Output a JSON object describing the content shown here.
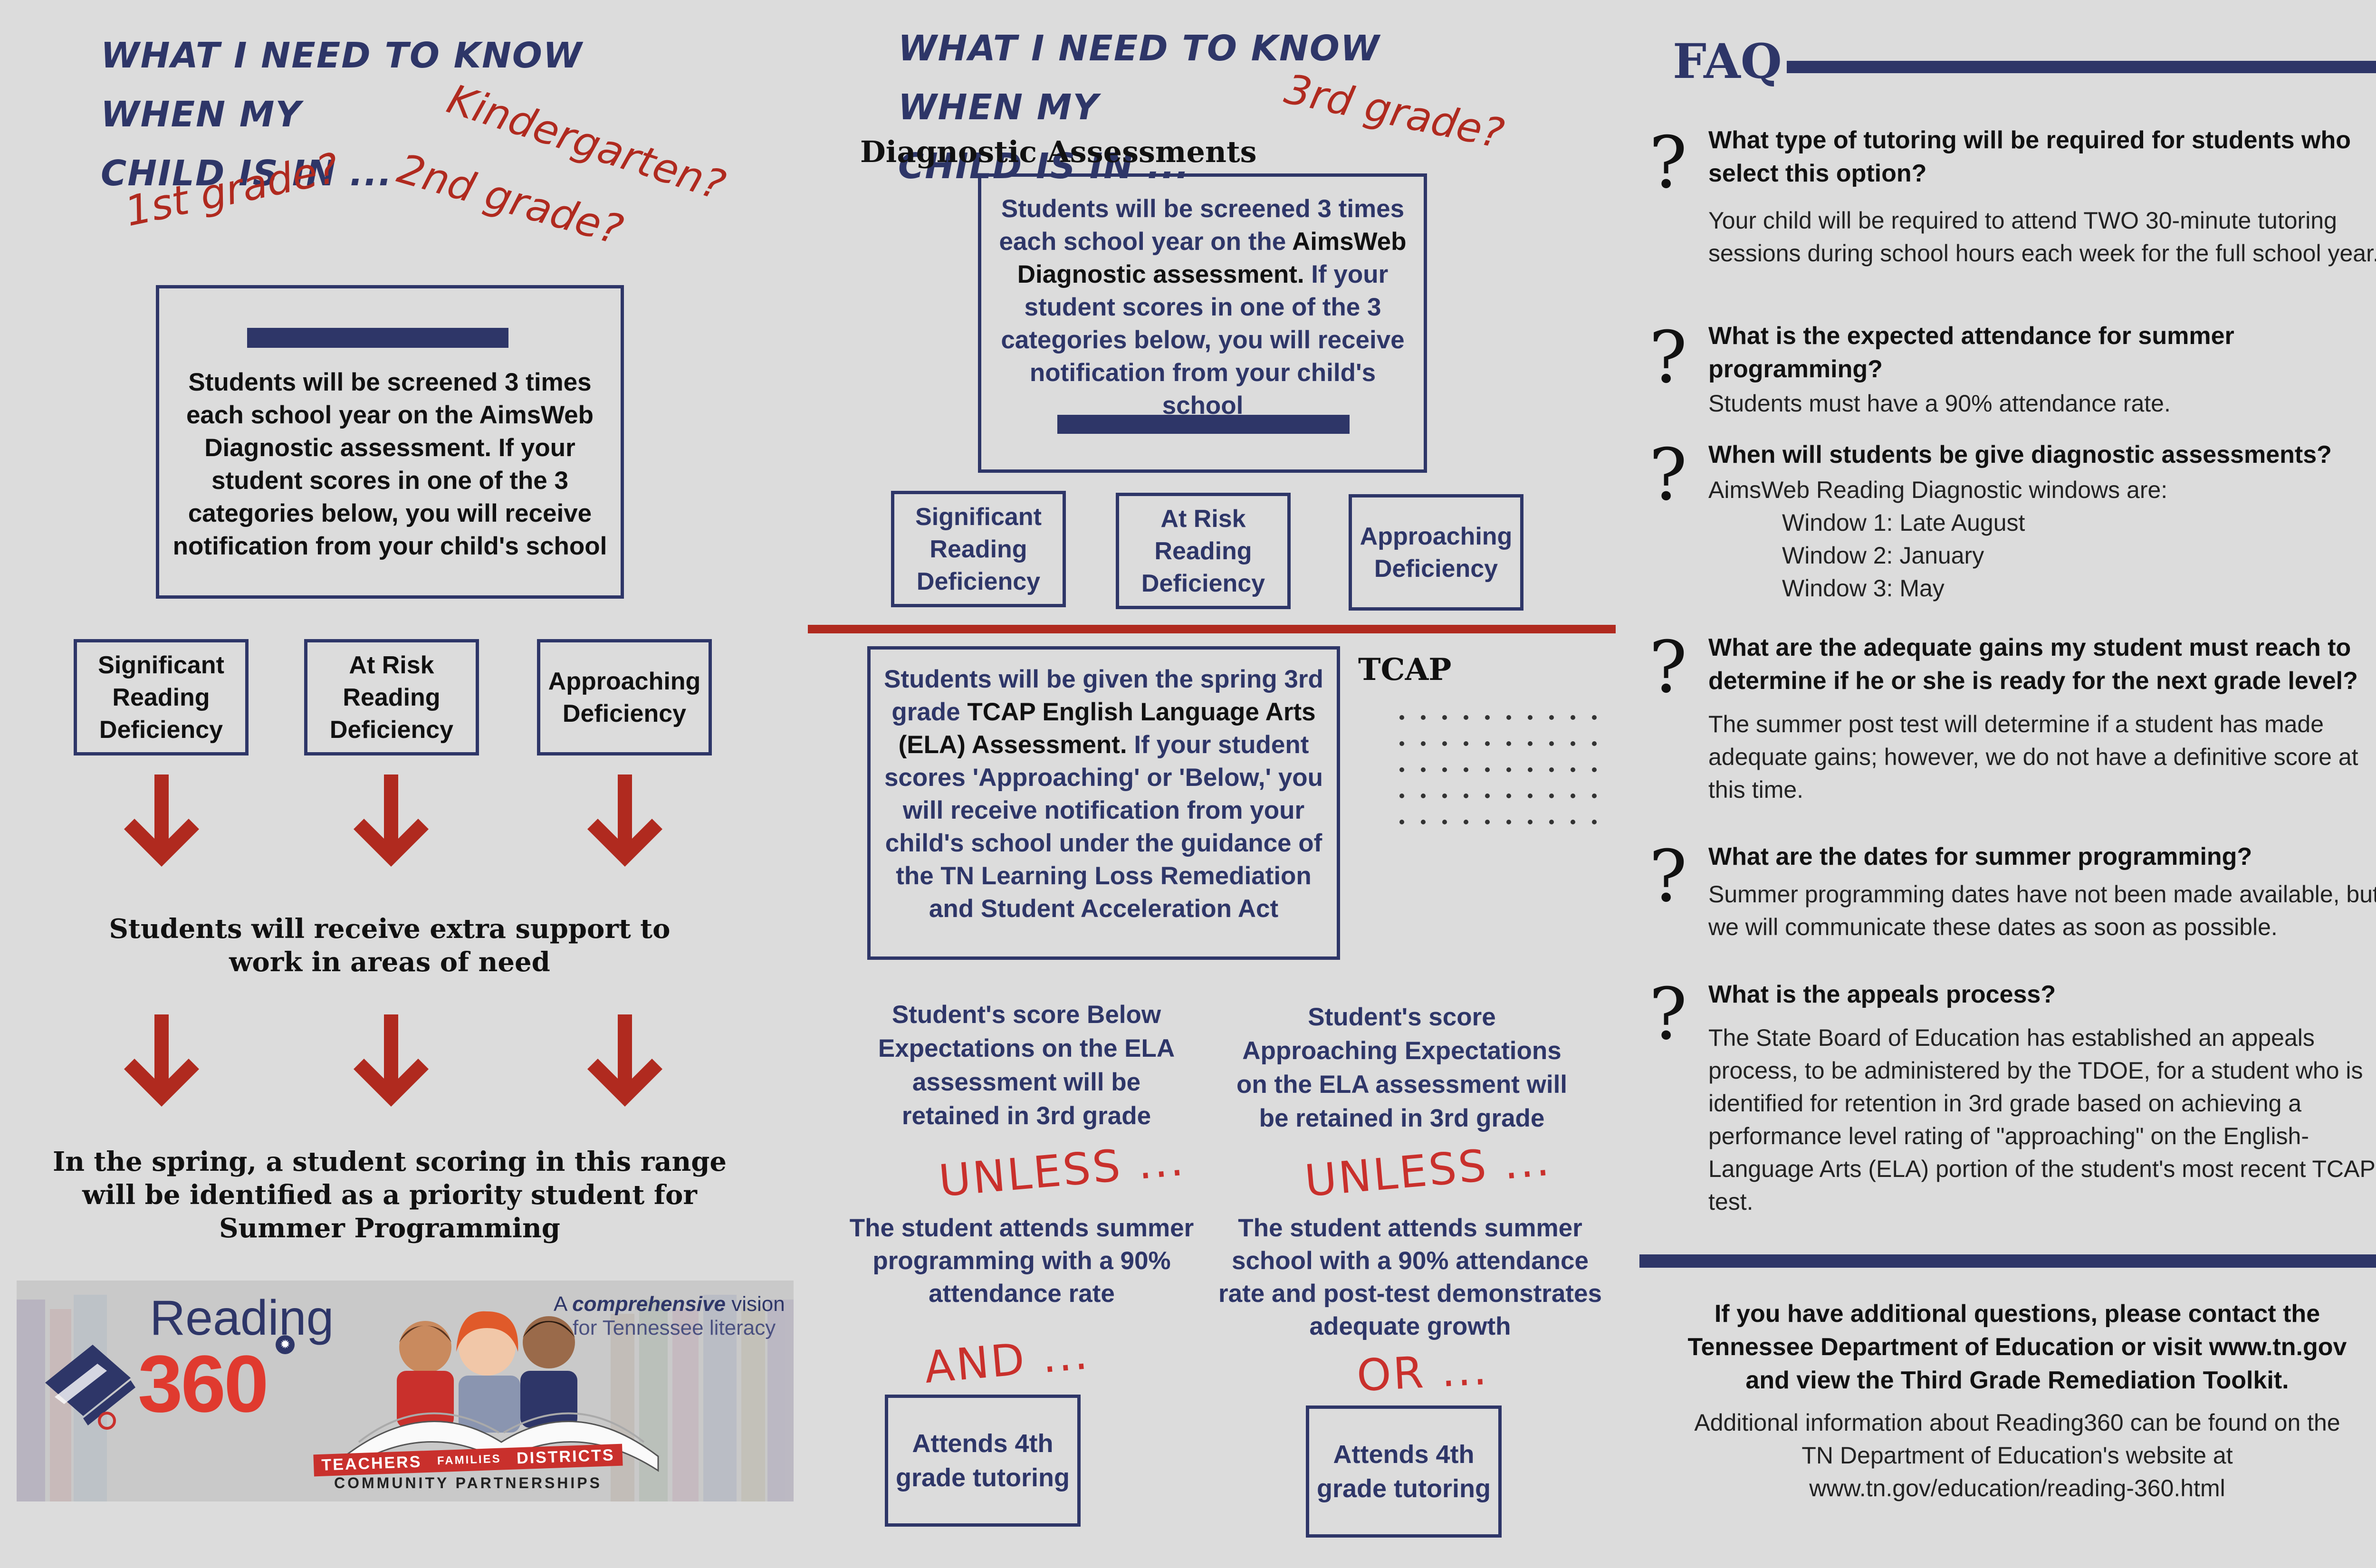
{
  "col1": {
    "heading_line1": "WHAT I NEED TO KNOW WHEN MY",
    "heading_line2": "CHILD IS IN ...",
    "grade_k": "Kindergarten?",
    "grade_1": "1st grade?",
    "grade_2": "2nd grade?",
    "screen_text": "Students will be screened 3 times each school year on the AimsWeb Diagnostic assessment. If your student scores in one of the 3 categories below, you will receive notification from your child's school",
    "categories": [
      "Significant Reading Deficiency",
      "At Risk Reading Deficiency",
      "Approaching Deficiency"
    ],
    "support_text": "Students will receive extra support to work in areas of need",
    "spring_text": "In the spring, a student scoring in this range will be identified as a priority student for Summer Programming"
  },
  "logo": {
    "word1": "Reading",
    "word2": "360",
    "tagline_pre": "A ",
    "tagline_em": "comprehensive",
    "tagline_post": " vision",
    "tagline_line2": "for Tennessee literacy",
    "ribbon1": "TEACHERS",
    "ribbon2": "FAMILIES",
    "ribbon3": "DISTRICTS",
    "ribbon_sub": "COMMUNITY PARTNERSHIPS"
  },
  "col2": {
    "heading_line1": "WHAT I NEED TO KNOW WHEN MY",
    "heading_line2": "CHILD IS IN ...",
    "grade_3": "3rd grade?",
    "diag_title": "Diagnostic Assessments",
    "diag_p1": "Students will be screened 3 times each school year on the ",
    "diag_strong": "AimsWeb Diagnostic assessment.",
    "diag_p2": " If your student scores in one of the 3 categories below, you will receive notification from your child's school",
    "categories": [
      "Significant Reading Deficiency",
      "At Risk Reading Deficiency",
      "Approaching Deficiency"
    ],
    "tcap_label": "TCAP",
    "tcap_p1": "Students will be given the spring 3rd grade ",
    "tcap_strong": "TCAP English Language Arts (ELA) Assessment.",
    "tcap_p2": " If your student scores 'Approaching' or 'Below,' you will receive notification from your child's school under the guidance of the TN Learning Loss Remediation and Student Acceleration Act",
    "below_text": "Student's score Below Expectations on the ELA assessment will be retained in 3rd grade",
    "approach_text": "Student's score Approaching Expectations on the ELA assessment will be retained in 3rd grade",
    "unless": "UNLESS ...",
    "attend_summer_a": "The student attends summer programming with a 90% attendance rate",
    "attend_summer_b": "The student attends summer school with a 90% attendance rate and post-test demonstrates adequate growth",
    "and_label": "AND ...",
    "or_label": "OR ...",
    "tutoring": "Attends 4th grade tutoring"
  },
  "faq": {
    "title": "FAQ",
    "items": [
      {
        "q": "What type of tutoring will be required for students who select this option?",
        "a": "Your child will be required to attend TWO 30-minute tutoring sessions during school hours each week for the full school year."
      },
      {
        "q": "What is the expected attendance for summer programming?",
        "a": "Students must have a 90% attendance rate."
      },
      {
        "q": "When will students be give diagnostic assessments?",
        "a": "AimsWeb Reading Diagnostic windows are:",
        "windows": [
          "Window 1: Late August",
          "Window 2: January",
          "Window 3: May"
        ]
      },
      {
        "q": "What are the adequate gains my student must reach to determine if he or she is ready for the next grade level?",
        "a": "The summer post test will determine if a student has made adequate gains; however, we do not have a definitive score at this time."
      },
      {
        "q": "What are the dates for summer programming?",
        "a": "Summer programming dates have not been made available, but we will communicate these dates as soon as possible."
      },
      {
        "q": "What is the appeals process?",
        "a": "The State Board of Education has established an appeals process, to be administered by the TDOE, for a student who is identified for retention in 3rd grade based on achieving a performance level rating of \"approaching\" on the English-Language Arts (ELA) portion of the student's most recent TCAP test."
      }
    ],
    "contact": "If you have additional questions, please contact the Tennessee Department of Education or visit www.tn.gov and view the Third Grade Remediation Toolkit.",
    "additional": "Additional information about Reading360 can be found on the TN Department of Education's website at www.tn.gov/education/reading-360.html"
  },
  "colors": {
    "navy": "#2e3668",
    "red": "#b02a1f",
    "background": "#dcdcdc"
  },
  "icons": [
    "arrow-down-icon",
    "question-mark-icon",
    "book-icon",
    "open-book-icon",
    "dot-grid"
  ]
}
